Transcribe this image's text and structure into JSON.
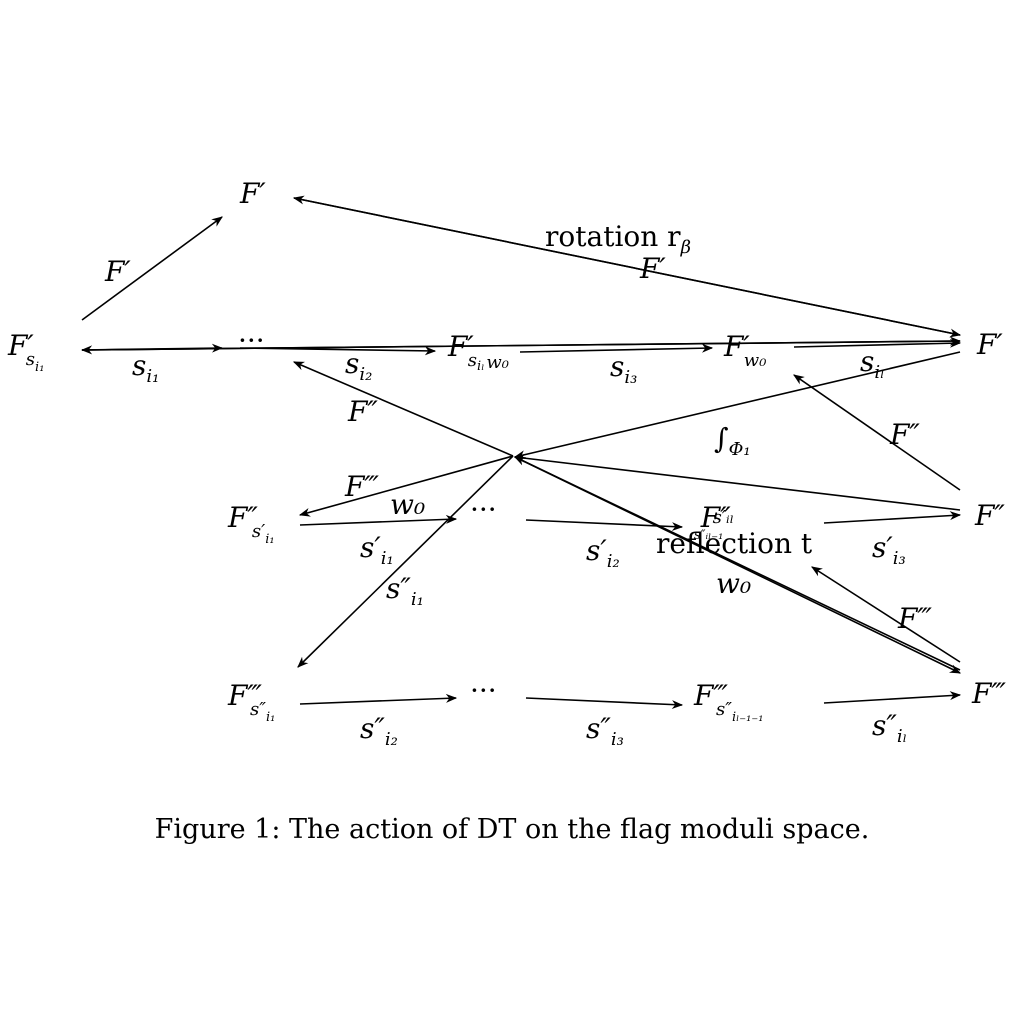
{
  "nodes": {
    "top_fprime": "F′",
    "s_i1_prime_base": "F′",
    "s_i1_prime_sub": "s",
    "s_i1_prime_subsub": "i₁",
    "dots_row1": "···",
    "f_sil_w0_base": "F′",
    "f_sil_w0_sub": "s",
    "f_sil_w0_subsub": "iₗ",
    "f_sil_w0_tail": "w₀",
    "f_w0_base": "F′",
    "f_w0_sub": "w₀",
    "right_fprime": "F′",
    "center_row2_left_base": "F″",
    "center_row2_left_sub": "s′",
    "center_row2_left_subsub": "i₁",
    "dots_row2": "···",
    "row2_mid_base": "F″",
    "row2_mid_sub": "s′ᵢₗ",
    "row2_mid_subsub": "s″ᵢₗ₋₁",
    "right_fdoubleprime": "F″",
    "row3_left_base": "F‴",
    "row3_left_sub": "s″",
    "row3_left_subsub": "i₁",
    "dots_row3": "···",
    "row3_mid_base": "F‴",
    "row3_mid_sub": "s″",
    "row3_mid_subsub": "iₗ₋₁₋₁",
    "right_ftripleprime": "F‴"
  },
  "edge_labels": {
    "e_top_left": "F′",
    "e_rotation": "rotation r",
    "e_rotation_sub": "β",
    "e_rotation_f": "F′",
    "r1_a_base": "s",
    "r1_a_sub": "i₁",
    "r1_b_base": "s",
    "r1_b_sub": "i₂",
    "r1_c_base": "s",
    "r1_c_sub": "i₃",
    "r1_d_base": "s",
    "r1_d_sub": "iₗ",
    "e_fdp_left": "F″",
    "e_fdp_right": "F″",
    "e_integral": "∫",
    "e_integral_sub": "Φ₁",
    "e_ftp_left": "F‴",
    "e_w0_left": "w₀",
    "r2_a_base": "s′",
    "r2_a_sub": "i₁",
    "r2_b_base": "s″",
    "r2_b_sub": "i₁",
    "r2_c_base": "s′",
    "r2_c_sub": "i₂",
    "e_reflection": "reflection t",
    "e_w0_right": "w₀",
    "r2_d_base": "s′",
    "r2_d_sub": "i₃",
    "e_ftp_right": "F‴",
    "r3_a_base": "s″",
    "r3_a_sub": "i₂",
    "r3_b_base": "s″",
    "r3_b_sub": "i₃",
    "r3_c_base": "s″",
    "r3_c_sub": "iₗ"
  },
  "caption": "Figure 1: The action of DT on the flag moduli space."
}
